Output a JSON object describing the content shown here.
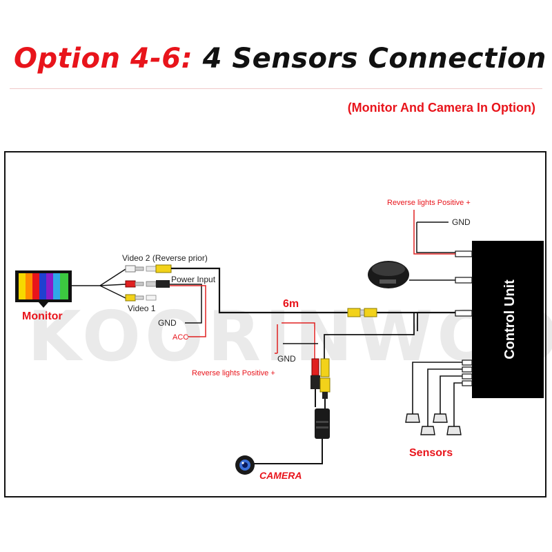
{
  "title": {
    "option": "Option 4-6:",
    "main": "4 Sensors Connection"
  },
  "subtitle": "(Monitor And Camera In Option)",
  "watermark": "KOORINWOO",
  "labels": {
    "monitor": "Monitor",
    "video2": "Video 2 (Reverse prior)",
    "power_input": "Power Input",
    "video1": "Video 1",
    "gnd_monitor": "GND",
    "acc": "ACC",
    "cable_length": "6m",
    "reverse_lights_top": "Reverse lights Positive +",
    "gnd_top": "GND",
    "gnd_camera": "GND",
    "reverse_lights_camera": "Reverse lights Positive +",
    "camera": "CAMERA",
    "sensors": "Sensors",
    "control_unit": "Control Unit"
  },
  "colors": {
    "accent_red": "#e8141b",
    "wire": "#111111",
    "rca_yellow": "#f2d21a",
    "rca_red": "#e02020",
    "rca_white": "#f4f4f4"
  }
}
